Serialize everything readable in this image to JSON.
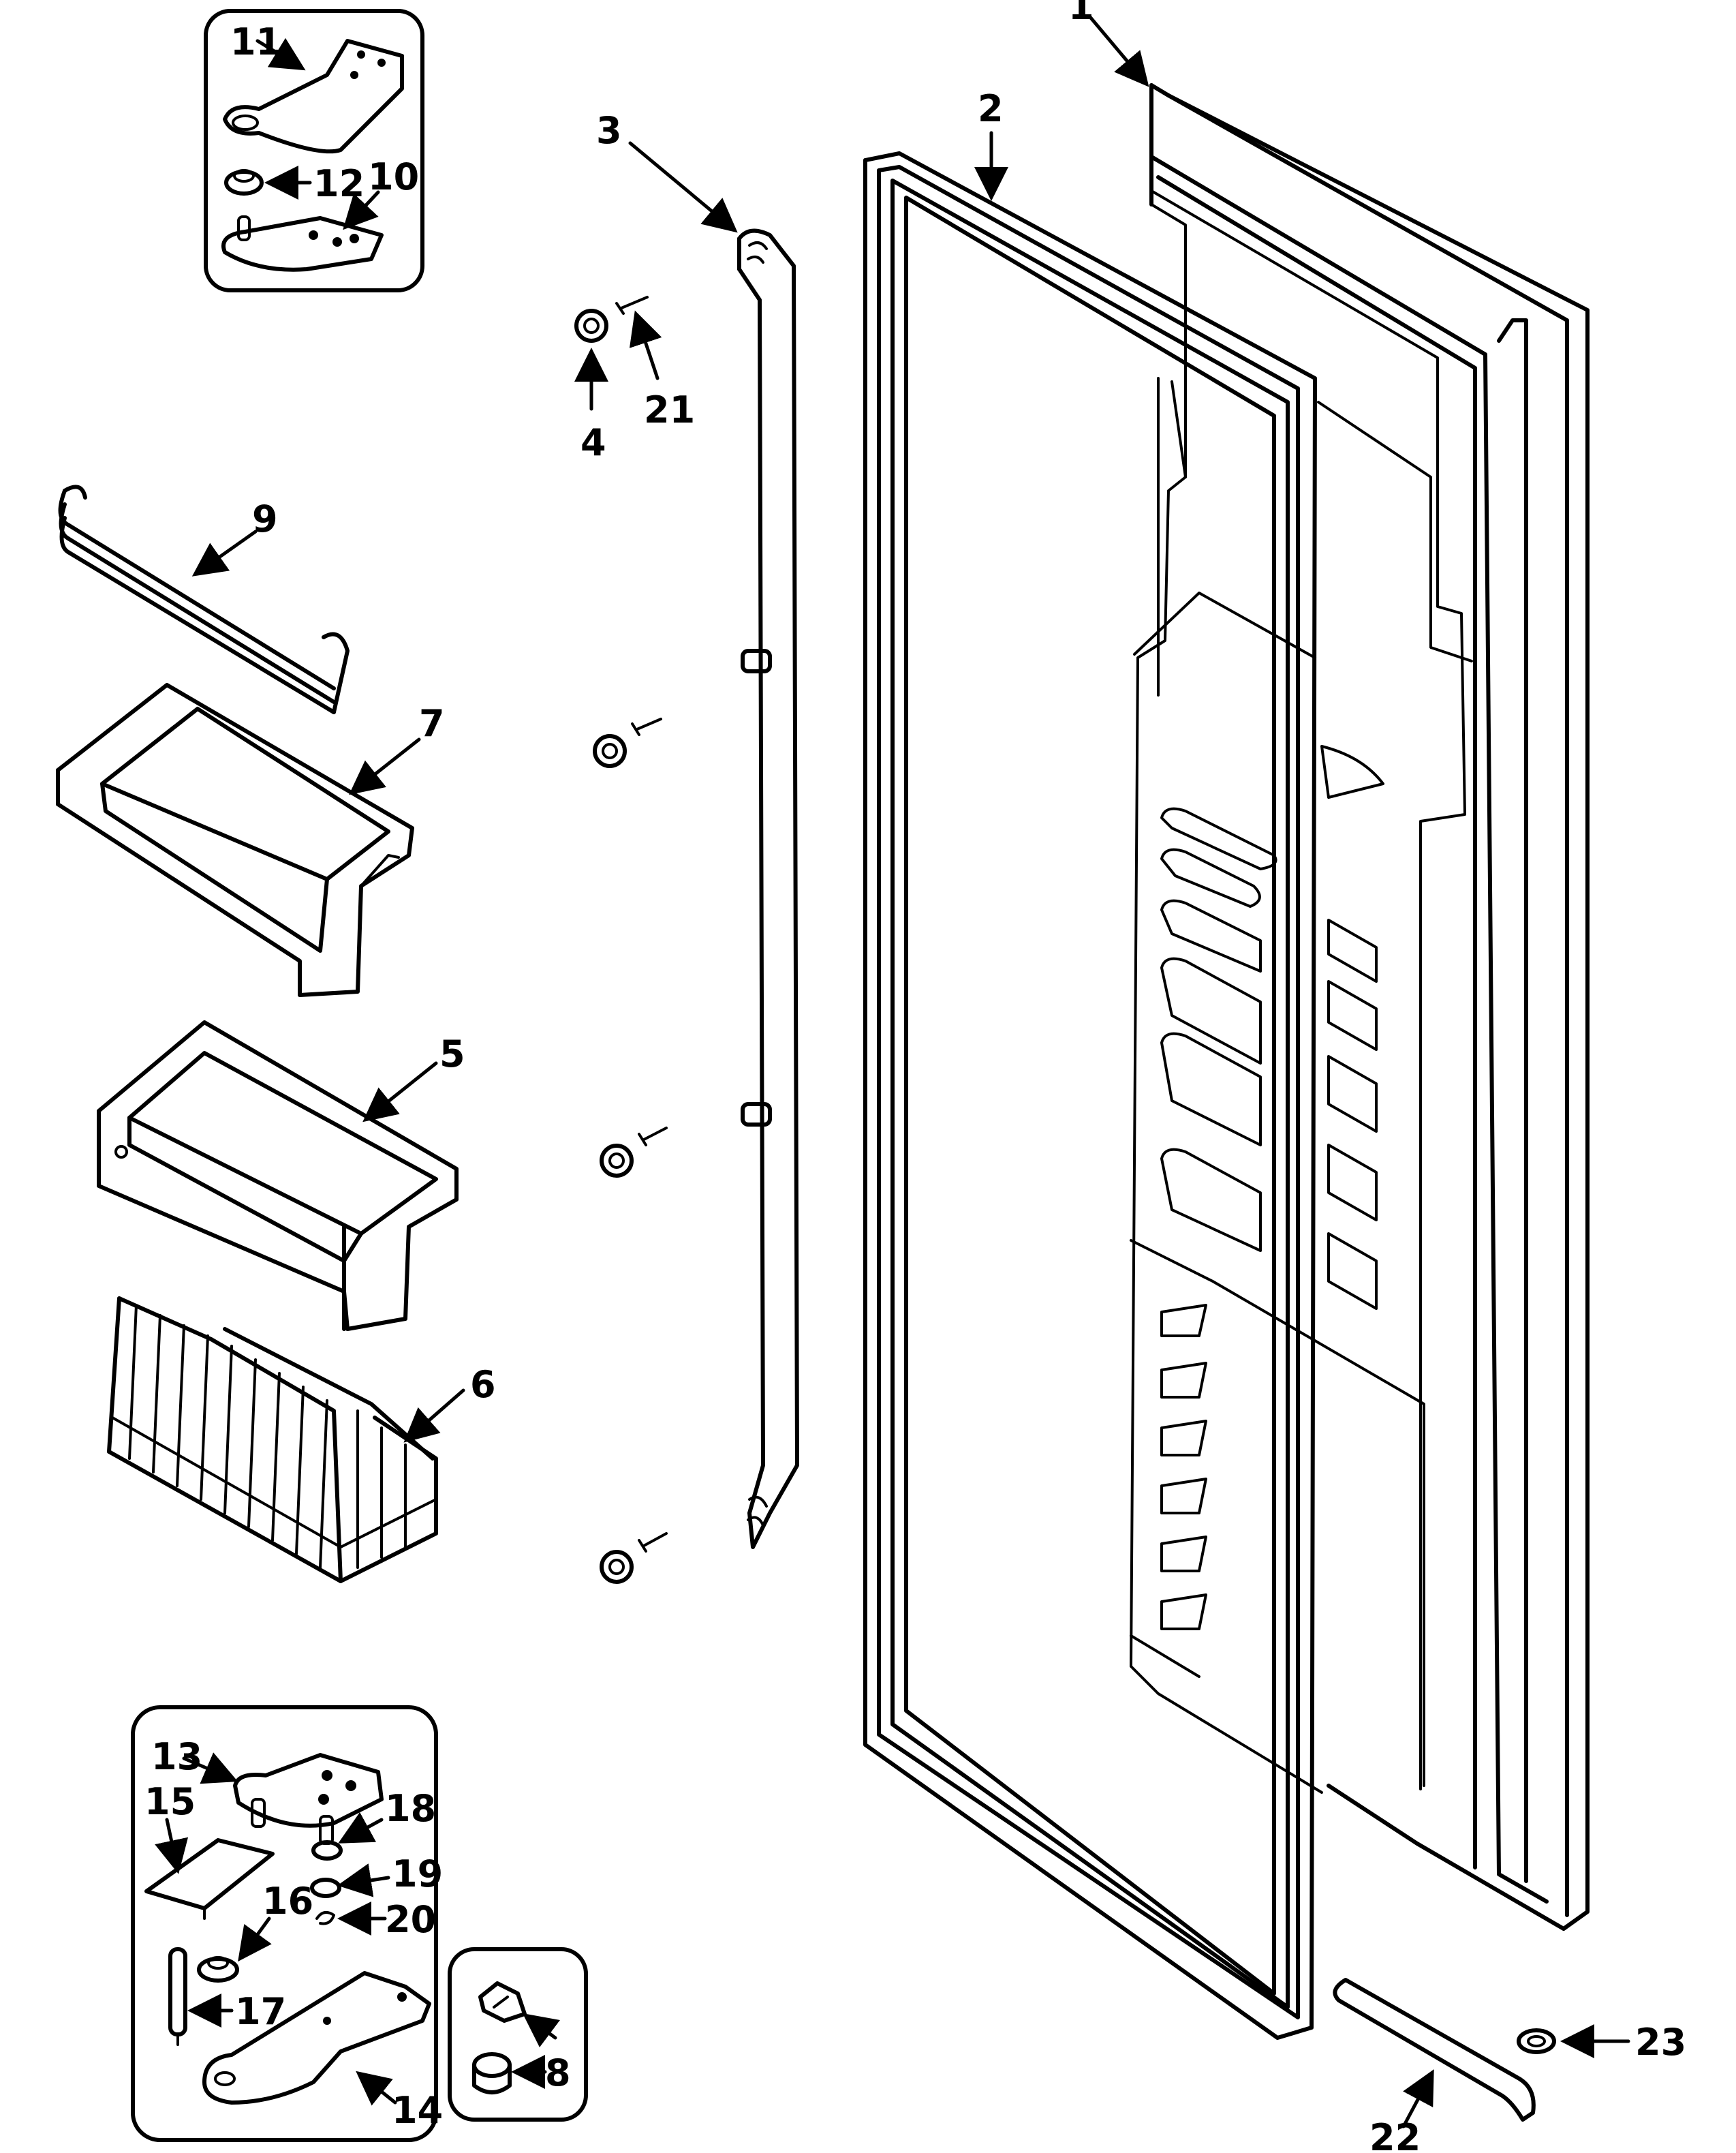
{
  "part_labels": {
    "p1": "1",
    "p2": "2",
    "p3": "3",
    "p4": "4",
    "p5": "5",
    "p6": "6",
    "p7": "7",
    "p8": "8",
    "p9": "9",
    "p10": "10",
    "p11": "11",
    "p12": "12",
    "p13": "13",
    "p14": "14",
    "p15": "15",
    "p16": "16",
    "p17": "17",
    "p18": "18",
    "p19": "19",
    "p20": "20",
    "p21": "21",
    "p22": "22",
    "p23": "23"
  }
}
